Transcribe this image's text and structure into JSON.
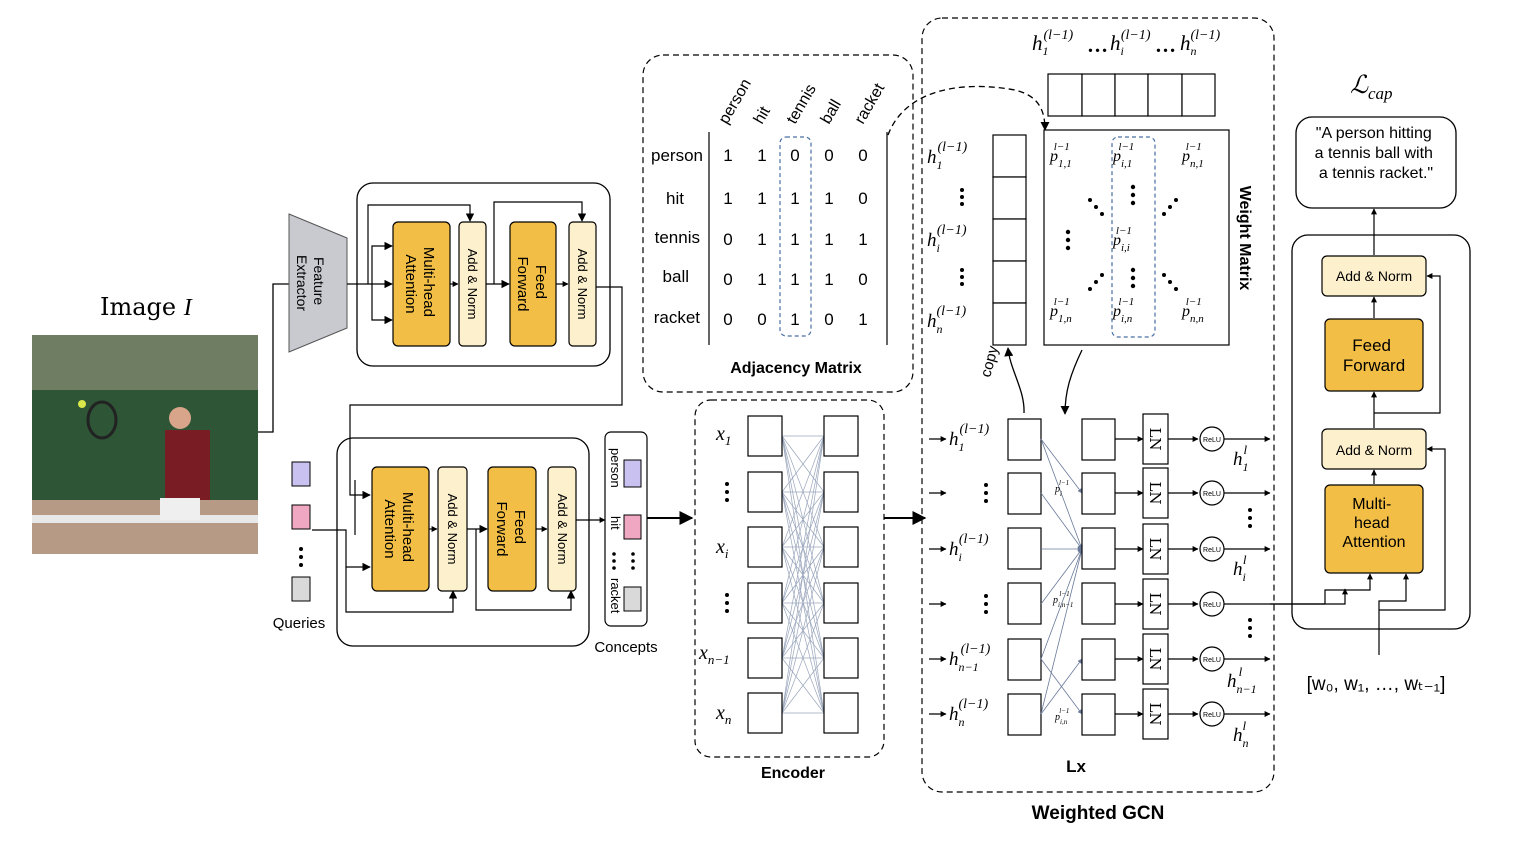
{
  "image": {
    "label": "Image",
    "symbol": "I"
  },
  "feature_extractor": {
    "line1": "Feature",
    "line2": "Extractor"
  },
  "visual_encoder": {
    "attention_line1": "Multi-head",
    "attention_line2": "Attention",
    "add_norm": "Add & Norm",
    "ff_line1": "Feed",
    "ff_line2": "Forward"
  },
  "concept_decoder": {
    "attention_line1": "Multi-head",
    "attention_line2": "Attention",
    "add_norm": "Add & Norm",
    "ff_line1": "Feed",
    "ff_line2": "Forward"
  },
  "queries": {
    "label": "Queries",
    "colors": [
      "#c9c2f0",
      "#f0a8c2",
      "#d9d9d9"
    ]
  },
  "concepts": {
    "label": "Concepts",
    "items": [
      "person",
      "hit",
      "racket"
    ],
    "colors": [
      "#c9c2f0",
      "#f0a8c2",
      "#d9d9d9"
    ]
  },
  "adjacency": {
    "title": "Adjacency Matrix",
    "labels": [
      "person",
      "hit",
      "tennis",
      "ball",
      "racket"
    ],
    "rows": [
      [
        "1",
        "1",
        "0",
        "0",
        "0"
      ],
      [
        "1",
        "1",
        "1",
        "1",
        "0"
      ],
      [
        "0",
        "1",
        "1",
        "1",
        "1"
      ],
      [
        "0",
        "1",
        "1",
        "1",
        "0"
      ],
      [
        "0",
        "0",
        "1",
        "0",
        "1"
      ]
    ]
  },
  "encoder": {
    "label": "Encoder"
  },
  "gcn": {
    "title": "Weighted GCN",
    "layers_label": "Lx",
    "weight_matrix_label": "Weight Matrix",
    "copy_label": "copy",
    "ln_label": "LN",
    "relu_label": "ReLU"
  },
  "decoder": {
    "loss": "cap",
    "caption_line1": "\"A person hitting",
    "caption_line2": "a tennis ball with",
    "caption_line3": "a tennis racket.\"",
    "add_norm": "Add & Norm",
    "ff_line1": "Feed",
    "ff_line2": "Forward",
    "attention_line1": "Multi-",
    "attention_line2": "head",
    "attention_line3": "Attention",
    "words": "[w₀, w₁, …, wₜ₋₁]"
  },
  "colors": {
    "block": "#f2be45",
    "add_norm": "#fdf0cd",
    "extractor": "#c8cad0",
    "dash_blue": "#4a6fa5"
  }
}
